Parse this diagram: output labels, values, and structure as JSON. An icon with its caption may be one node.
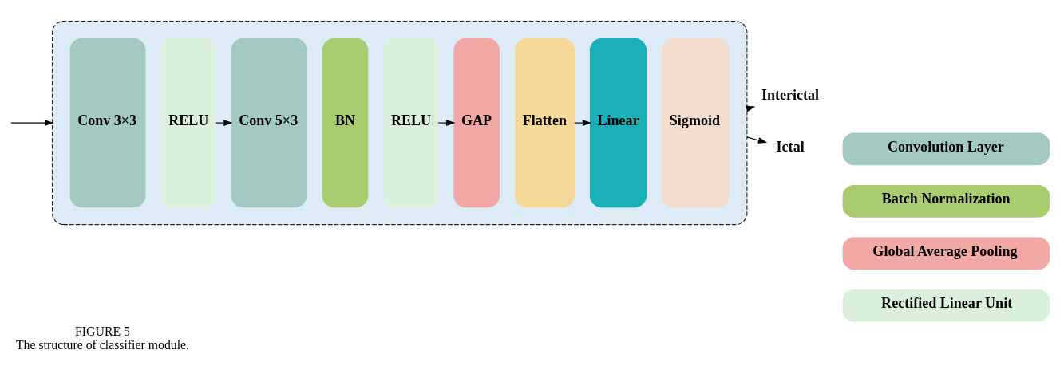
{
  "diagram": {
    "title": "FIGURE 5",
    "caption": "The structure of classifier module.",
    "nodes": [
      {
        "text": [],
        "shape": "box"
      },
      {
        "text": [
          "Conv 3×3"
        ],
        "in": 0
      },
      {
        "text": [
          "RELU"
        ],
        "in": 0
      },
      {
        "text": [
          "Conv 5×3"
        ],
        "in": 0
      },
      {
        "text": [
          "BN"
        ],
        "in": 0
      },
      {
        "text": [
          "RELU"
        ],
        "in": 0
      },
      {
        "text": [
          "GAP"
        ],
        "in": 0
      },
      {
        "text": [
          "Flatten"
        ],
        "in": 0
      },
      {
        "text": [
          "Linear"
        ],
        "in": 0
      },
      {
        "text": [
          "Sigmoid"
        ],
        "in": 0
      },
      {
        "text": [
          "Interictal"
        ]
      },
      {
        "text": [
          "Ictal"
        ]
      }
    ],
    "edges": [
      {
        "from": null,
        "to": 0,
        "arrow": "to"
      },
      {
        "from": 2,
        "to": 3,
        "arrow": "to"
      },
      {
        "from": 5,
        "to": 6,
        "arrow": "to"
      },
      {
        "from": 7,
        "to": 8,
        "arrow": "to"
      },
      {
        "from": 0,
        "to": 10,
        "arrow": "to"
      },
      {
        "from": 0,
        "to": 11,
        "arrow": "to"
      }
    ],
    "legend": [
      {
        "text": "Convolution Layer",
        "color": "#a3c9c2"
      },
      {
        "text": "Batch Normalization",
        "color": "#a9cc6e"
      },
      {
        "text": "Global Average Pooling",
        "color": "#f2a9a6"
      },
      {
        "text": "Rectified Linear Unit",
        "color": "#daf0da"
      }
    ]
  }
}
